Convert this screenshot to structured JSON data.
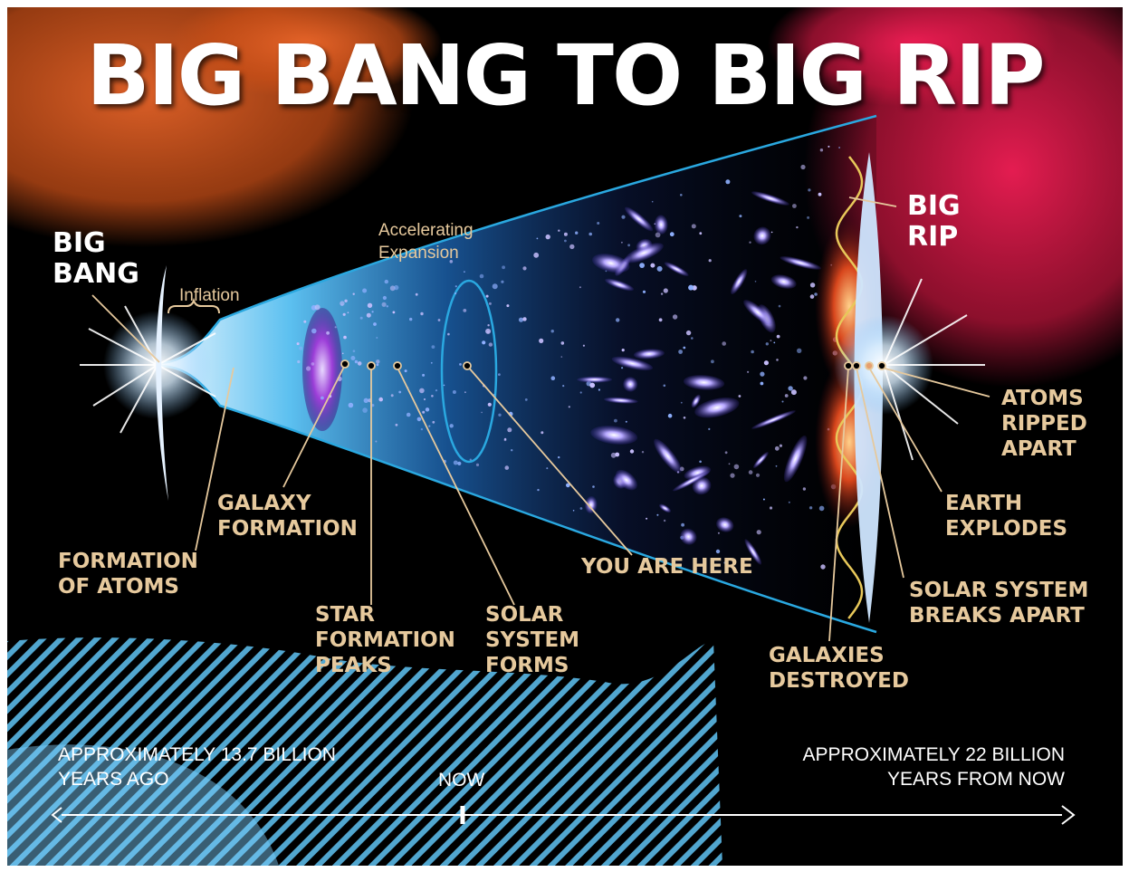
{
  "title": "BIG BANG TO BIG RIP",
  "ends": {
    "big_bang": [
      "BIG",
      "BANG"
    ],
    "big_rip": [
      "BIG",
      "RIP"
    ]
  },
  "phases": {
    "inflation": "Inflation",
    "accelerating": [
      "Accelerating",
      "Expansion"
    ]
  },
  "events": {
    "formation_of_atoms": [
      "FORMATION",
      "OF ATOMS"
    ],
    "galaxy_formation": [
      "GALAXY",
      "FORMATION"
    ],
    "star_formation_peaks": [
      "STAR",
      "FORMATION",
      "PEAKS"
    ],
    "solar_system_forms": [
      "SOLAR",
      "SYSTEM",
      "FORMS"
    ],
    "you_are_here": "YOU ARE HERE",
    "galaxies_destroyed": [
      "GALAXIES",
      "DESTROYED"
    ],
    "solar_system_breaks_apart": [
      "SOLAR SYSTEM",
      "BREAKS APART"
    ],
    "earth_explodes": [
      "EARTH",
      "EXPLODES"
    ],
    "atoms_ripped_apart": [
      "ATOMS",
      "RIPPED",
      "APART"
    ]
  },
  "timeline": {
    "start": [
      "APPROXIMATELY 13.7 BILLION",
      "YEARS AGO"
    ],
    "now": "NOW",
    "end": [
      "APPROXIMATELY 22 BILLION",
      "YEARS FROM NOW"
    ]
  },
  "colors": {
    "background": "#000000",
    "label_tan": "#e6c99d",
    "cone_blue": "#2aa8e0",
    "bang_orange": "#e0621e",
    "rip_red": "#e8184a",
    "bottom_blue": "#5ab8e6"
  }
}
